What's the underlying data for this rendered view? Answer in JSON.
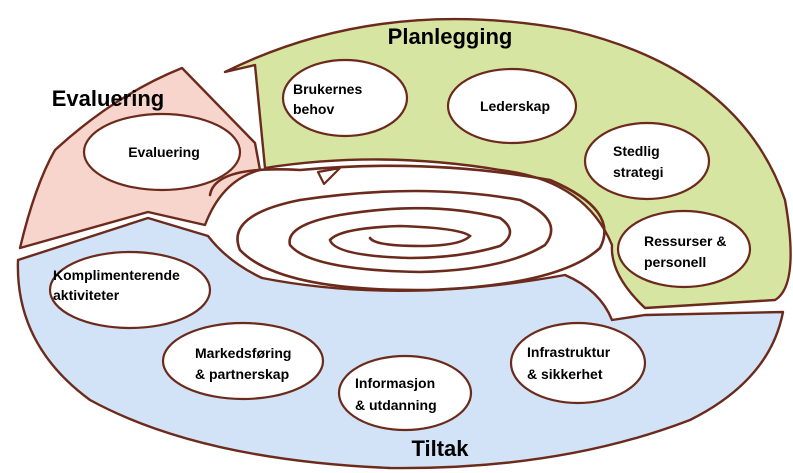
{
  "segments": {
    "planning": {
      "title": "Planlegging",
      "color": "#d6e5a2"
    },
    "evaluation": {
      "title": "Evaluering",
      "color": "#f7d4cc"
    },
    "action": {
      "title": "Tiltak",
      "color": "#d2e3f7"
    }
  },
  "nodes": {
    "evaluering": {
      "lines": [
        "Evaluering"
      ]
    },
    "brukernes_behov": {
      "lines": [
        "Brukernes",
        "behov"
      ]
    },
    "lederskap": {
      "lines": [
        "Lederskap"
      ]
    },
    "stedlig_strategi": {
      "lines": [
        "Stedlig",
        "strategi"
      ]
    },
    "ressurser_personell": {
      "lines": [
        "Ressurser &",
        "personell"
      ]
    },
    "komplimenterende": {
      "lines": [
        "Komplimenterende",
        "aktiviteter"
      ]
    },
    "markedsforing": {
      "lines": [
        "Markedsføring",
        "& partnerskap"
      ]
    },
    "informasjon": {
      "lines": [
        "Informasjon",
        "& utdanning"
      ]
    },
    "infrastruktur": {
      "lines": [
        "Infrastruktur",
        "& sikkerhet"
      ]
    }
  }
}
